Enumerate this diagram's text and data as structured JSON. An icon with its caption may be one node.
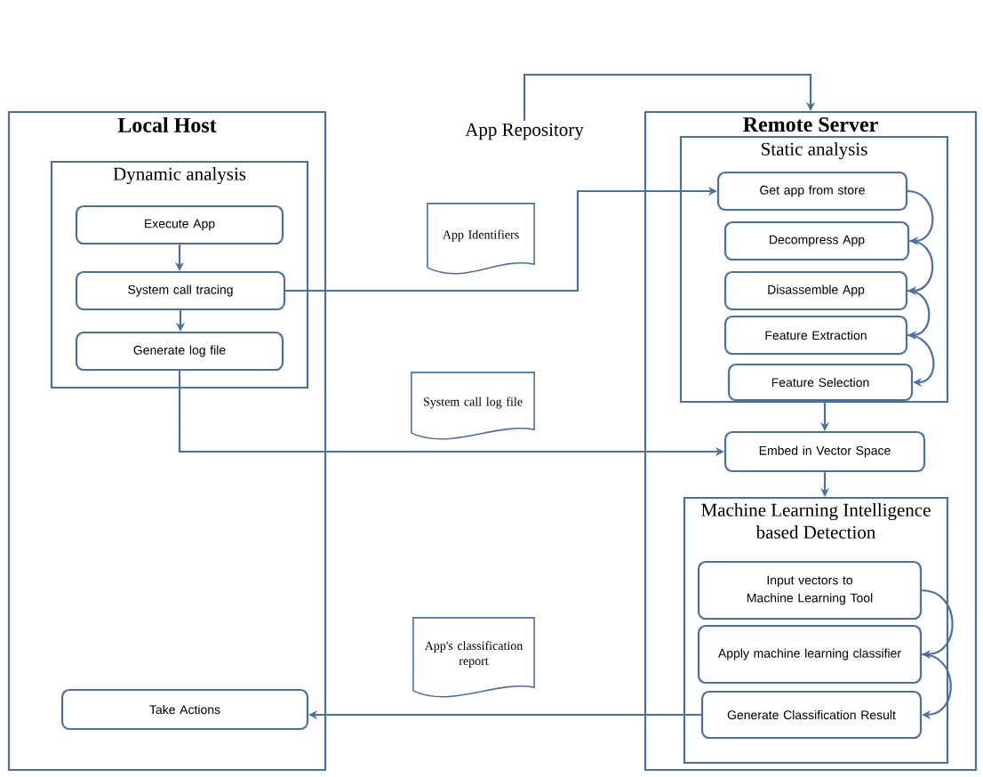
{
  "diagram": {
    "nodes": [
      {
        "text": [
          "App Repository"
        ]
      },
      {
        "text": [
          "Local Host"
        ]
      },
      {
        "text": [
          "Dynamic analysis"
        ],
        "in": 1
      },
      {
        "text": [
          "Execute App"
        ],
        "in": 2
      },
      {
        "text": [
          "System call tracing"
        ],
        "in": 2
      },
      {
        "text": [
          "Generate log file"
        ],
        "in": 2
      },
      {
        "text": [
          "Take Actions"
        ],
        "in": 1
      },
      {
        "text": [
          "App Identifiers"
        ]
      },
      {
        "text": [
          "System call log file"
        ]
      },
      {
        "text": [
          "App's classification report"
        ]
      },
      {
        "text": [
          "Remote Server"
        ]
      },
      {
        "text": [
          "Static analysis"
        ],
        "in": 10
      },
      {
        "text": [
          "Get app from store"
        ],
        "in": 11
      },
      {
        "text": [
          "Decompress App"
        ],
        "in": 11
      },
      {
        "text": [
          "Disassemble App"
        ],
        "in": 11
      },
      {
        "text": [
          "Feature Extraction"
        ],
        "in": 11
      },
      {
        "text": [
          "Feature Selection"
        ],
        "in": 11
      },
      {
        "text": [
          "Embed in Vector Space"
        ],
        "in": 10
      },
      {
        "text": [
          "Machine Learning Intelligence based Detection"
        ],
        "in": 10
      },
      {
        "text": [
          "Input vectors to Machine Learning Tool"
        ],
        "in": 18
      },
      {
        "text": [
          "Apply machine learning classifier"
        ],
        "in": 18
      },
      {
        "text": [
          "Generate Classification Result"
        ],
        "in": 18
      }
    ],
    "edges": [
      {
        "from": 0,
        "to": 10,
        "arrow": "to"
      },
      {
        "from": 3,
        "to": 4,
        "arrow": "to"
      },
      {
        "from": 4,
        "to": 5,
        "arrow": "to"
      },
      {
        "from": 4,
        "to": 12,
        "arrow": "to"
      },
      {
        "from": 5,
        "to": 17,
        "arrow": "to"
      },
      {
        "from": 12,
        "to": 13,
        "arrow": "to"
      },
      {
        "from": 13,
        "to": 14,
        "arrow": "to"
      },
      {
        "from": 14,
        "to": 15,
        "arrow": "to"
      },
      {
        "from": 15,
        "to": 16,
        "arrow": "to"
      },
      {
        "from": 11,
        "to": 17,
        "arrow": "to"
      },
      {
        "from": 17,
        "to": 18,
        "arrow": "to"
      },
      {
        "from": 19,
        "to": 20,
        "arrow": "to"
      },
      {
        "from": 20,
        "to": 21,
        "arrow": "to"
      },
      {
        "from": 21,
        "to": 6,
        "arrow": "to"
      }
    ]
  }
}
